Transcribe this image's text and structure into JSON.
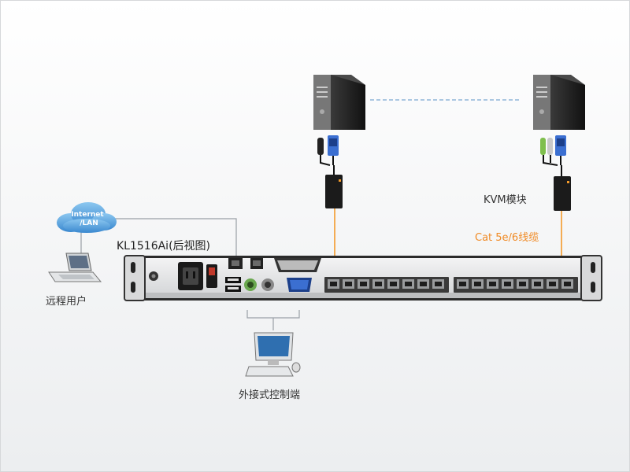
{
  "labels": {
    "remote_user": "远程用户",
    "internet": "Internet\n/LAN",
    "internet_line1": "Internet",
    "internet_line2": "/LAN",
    "model": "KL1516Ai(后视图)",
    "kvm_module": "KVM模块",
    "cable": "Cat 5e/6线缆",
    "external_console": "外接式控制端"
  },
  "colors": {
    "cable_orange": "#f39a2a",
    "link_gray": "#9aa0a6",
    "dashed_blue": "#8fb6d8",
    "cloud_blue": "#5aa4de",
    "rack_light": "#e8e9ea",
    "rack_dark": "#2b2b2b"
  },
  "icons": [
    "server-tower-icon",
    "kvm-adapter-icon",
    "laptop-icon",
    "desktop-console-icon",
    "cloud-icon",
    "power-inlet-icon",
    "rj45-port-icon",
    "ps2-port-icon",
    "vga-port-icon"
  ]
}
